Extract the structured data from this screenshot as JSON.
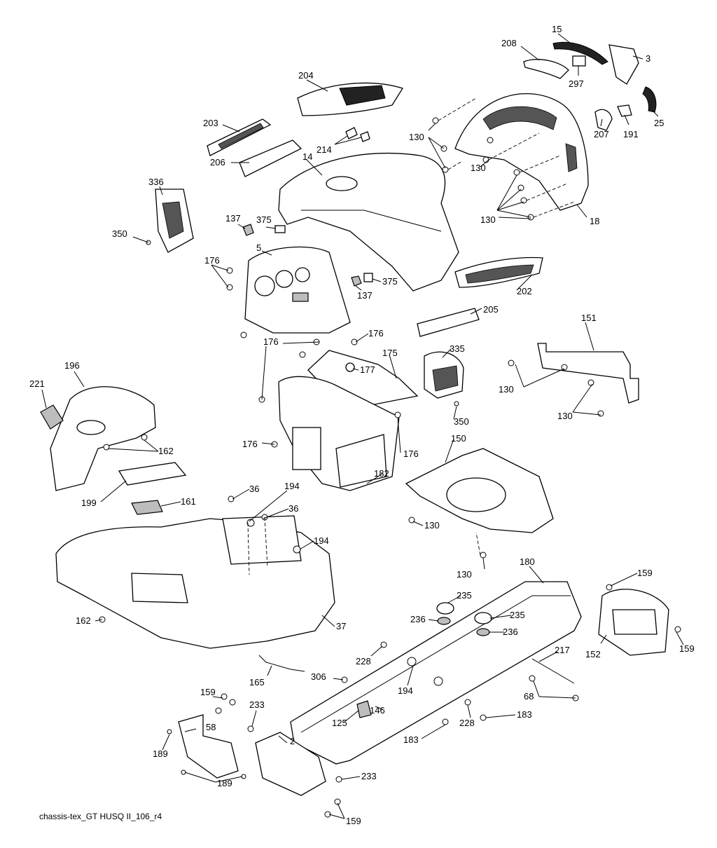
{
  "footer_code": "chassis-tex_GT HUSQ II_106_r4",
  "callouts": [
    {
      "id": "c15",
      "text": "15"
    },
    {
      "id": "c208",
      "text": "208"
    },
    {
      "id": "c3",
      "text": "3"
    },
    {
      "id": "c297",
      "text": "297"
    },
    {
      "id": "c25",
      "text": "25"
    },
    {
      "id": "c191",
      "text": "191"
    },
    {
      "id": "c207",
      "text": "207"
    },
    {
      "id": "c204",
      "text": "204"
    },
    {
      "id": "c203",
      "text": "203"
    },
    {
      "id": "c214",
      "text": "214"
    },
    {
      "id": "c14",
      "text": "14"
    },
    {
      "id": "c206",
      "text": "206"
    },
    {
      "id": "c130a",
      "text": "130"
    },
    {
      "id": "c130b",
      "text": "130"
    },
    {
      "id": "c130c",
      "text": "130"
    },
    {
      "id": "c18",
      "text": "18"
    },
    {
      "id": "c336",
      "text": "336"
    },
    {
      "id": "c350a",
      "text": "350"
    },
    {
      "id": "c137a",
      "text": "137"
    },
    {
      "id": "c375a",
      "text": "375"
    },
    {
      "id": "c5",
      "text": "5"
    },
    {
      "id": "c176a",
      "text": "176"
    },
    {
      "id": "c375b",
      "text": "375"
    },
    {
      "id": "c137b",
      "text": "137"
    },
    {
      "id": "c202",
      "text": "202"
    },
    {
      "id": "c205",
      "text": "205"
    },
    {
      "id": "c176b",
      "text": "176"
    },
    {
      "id": "c176c",
      "text": "176"
    },
    {
      "id": "c151",
      "text": "151"
    },
    {
      "id": "c175",
      "text": "175"
    },
    {
      "id": "c335",
      "text": "335"
    },
    {
      "id": "c177",
      "text": "177"
    },
    {
      "id": "c130d",
      "text": "130"
    },
    {
      "id": "c196",
      "text": "196"
    },
    {
      "id": "c221",
      "text": "221"
    },
    {
      "id": "c350b",
      "text": "350"
    },
    {
      "id": "c130e",
      "text": "130"
    },
    {
      "id": "c162a",
      "text": "162"
    },
    {
      "id": "c176d",
      "text": "176"
    },
    {
      "id": "c176e",
      "text": "176"
    },
    {
      "id": "c150",
      "text": "150"
    },
    {
      "id": "c182",
      "text": "182"
    },
    {
      "id": "c199",
      "text": "199"
    },
    {
      "id": "c161",
      "text": "161"
    },
    {
      "id": "c36a",
      "text": "36"
    },
    {
      "id": "c194a",
      "text": "194"
    },
    {
      "id": "c36b",
      "text": "36"
    },
    {
      "id": "c130f",
      "text": "130"
    },
    {
      "id": "c194b",
      "text": "194"
    },
    {
      "id": "c130g",
      "text": "130"
    },
    {
      "id": "c180",
      "text": "180"
    },
    {
      "id": "c159a",
      "text": "159"
    },
    {
      "id": "c235a",
      "text": "235"
    },
    {
      "id": "c236a",
      "text": "236"
    },
    {
      "id": "c235b",
      "text": "235"
    },
    {
      "id": "c236b",
      "text": "236"
    },
    {
      "id": "c162b",
      "text": "162"
    },
    {
      "id": "c37",
      "text": "37"
    },
    {
      "id": "c152",
      "text": "152"
    },
    {
      "id": "c159b",
      "text": "159"
    },
    {
      "id": "c228a",
      "text": "228"
    },
    {
      "id": "c217",
      "text": "217"
    },
    {
      "id": "c165",
      "text": "165"
    },
    {
      "id": "c306",
      "text": "306"
    },
    {
      "id": "c194c",
      "text": "194"
    },
    {
      "id": "c68",
      "text": "68"
    },
    {
      "id": "c159c",
      "text": "159"
    },
    {
      "id": "c233a",
      "text": "233"
    },
    {
      "id": "c146",
      "text": "146"
    },
    {
      "id": "c58",
      "text": "58"
    },
    {
      "id": "c125",
      "text": "125"
    },
    {
      "id": "c228b",
      "text": "228"
    },
    {
      "id": "c183a",
      "text": "183"
    },
    {
      "id": "c2",
      "text": "2"
    },
    {
      "id": "c189a",
      "text": "189"
    },
    {
      "id": "c183b",
      "text": "183"
    },
    {
      "id": "c233b",
      "text": "233"
    },
    {
      "id": "c189b",
      "text": "189"
    },
    {
      "id": "c159d",
      "text": "159"
    }
  ]
}
